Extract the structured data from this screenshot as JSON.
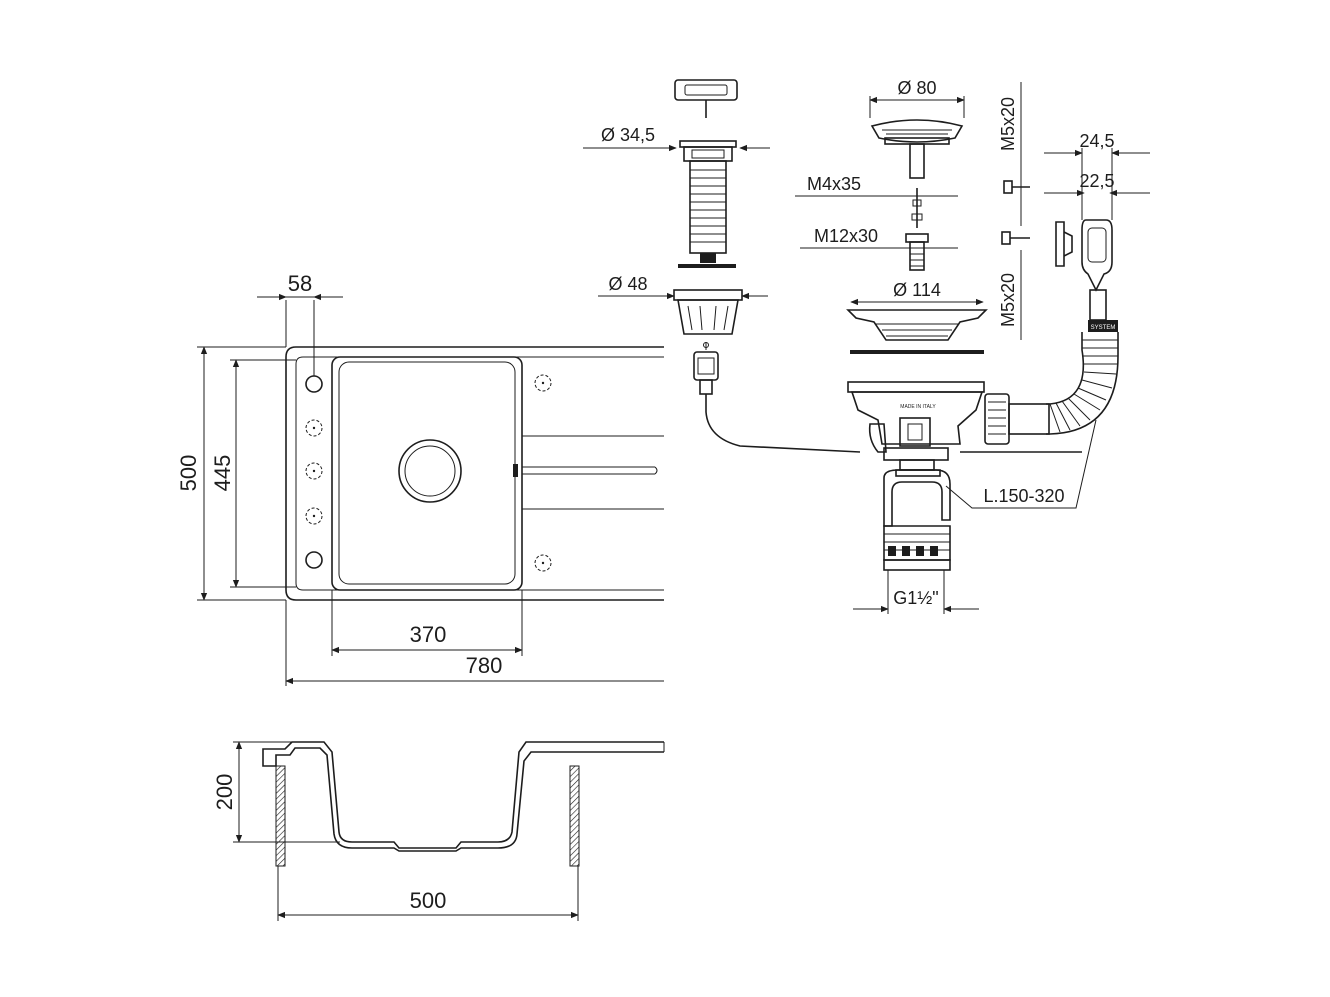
{
  "top_view": {
    "dim_tap_offset": "58",
    "dim_overall_depth": "500",
    "dim_bowl_depth": "445",
    "dim_bowl_width": "370",
    "dim_overall_width": "780"
  },
  "side_view": {
    "dim_height": "200",
    "dim_cabinet_width": "500"
  },
  "components": {
    "popup_diameter": "Ø 34,5",
    "popup_outer_diameter": "Ø 48",
    "strainer_cap_diameter": "Ø 80",
    "screw_m4": "M4x35",
    "screw_m12": "M12x30",
    "basket_diameter": "Ø 114",
    "screw_m5_top": "M5x20",
    "screw_m5_bottom": "M5x20",
    "overflow_width_outer": "24,5",
    "overflow_width_inner": "22,5",
    "hose_length": "L.150-320",
    "outlet_thread": "G1½\"",
    "made_in_label": "MADE IN ITALY",
    "brand_label": "SYSTEM"
  }
}
